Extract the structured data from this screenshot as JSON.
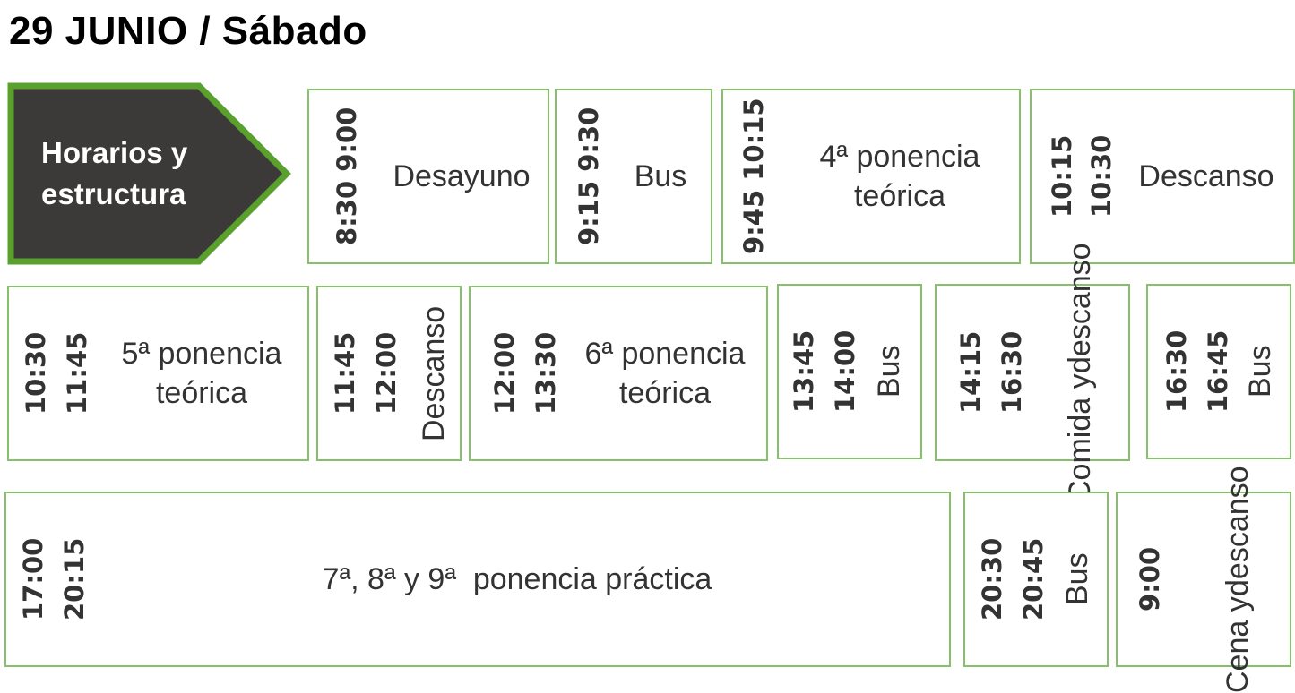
{
  "header": {
    "title": "29 JUNIO / Sábado"
  },
  "badge": {
    "line1": "Horarios y",
    "line2": "estructura"
  },
  "row1": [
    {
      "time": "8:30 9:00",
      "label": "Desayuno"
    },
    {
      "time": "9:15 9:30",
      "label": "Bus"
    },
    {
      "time": "9:45 10:15",
      "label_l1": "4ª ponencia",
      "label_l2": "teórica"
    },
    {
      "t1": "10:15",
      "t2": "10:30",
      "label": "Descanso"
    }
  ],
  "row2": [
    {
      "t1": "10:30",
      "t2": "11:45",
      "label_l1": "5ª ponencia",
      "label_l2": "teórica"
    },
    {
      "t1": "11:45",
      "t2": "12:00",
      "label": "Descanso"
    },
    {
      "t1": "12:00",
      "t2": "13:30",
      "label_l1": "6ª ponencia",
      "label_l2": "teórica"
    },
    {
      "t1": "13:45",
      "t2": "14:00",
      "label": "Bus"
    },
    {
      "t1": "14:15",
      "t2": "16:30",
      "label_l1": "Comida y",
      "label_l2": "descanso"
    },
    {
      "t1": "16:30",
      "t2": "16:45",
      "label": "Bus"
    }
  ],
  "row3": [
    {
      "t1": "17:00",
      "t2": "20:15",
      "label": "7ª, 8ª y 9ª  ponencia práctica"
    },
    {
      "t1": "20:30",
      "t2": "20:45",
      "label": "Bus"
    },
    {
      "t1": "9:00",
      "label_l1": "Cena y",
      "label_l2": "descanso"
    }
  ],
  "colors": {
    "border": "#86c06a",
    "badge_fill": "#3b3a39",
    "badge_border": "#5aa02c"
  }
}
